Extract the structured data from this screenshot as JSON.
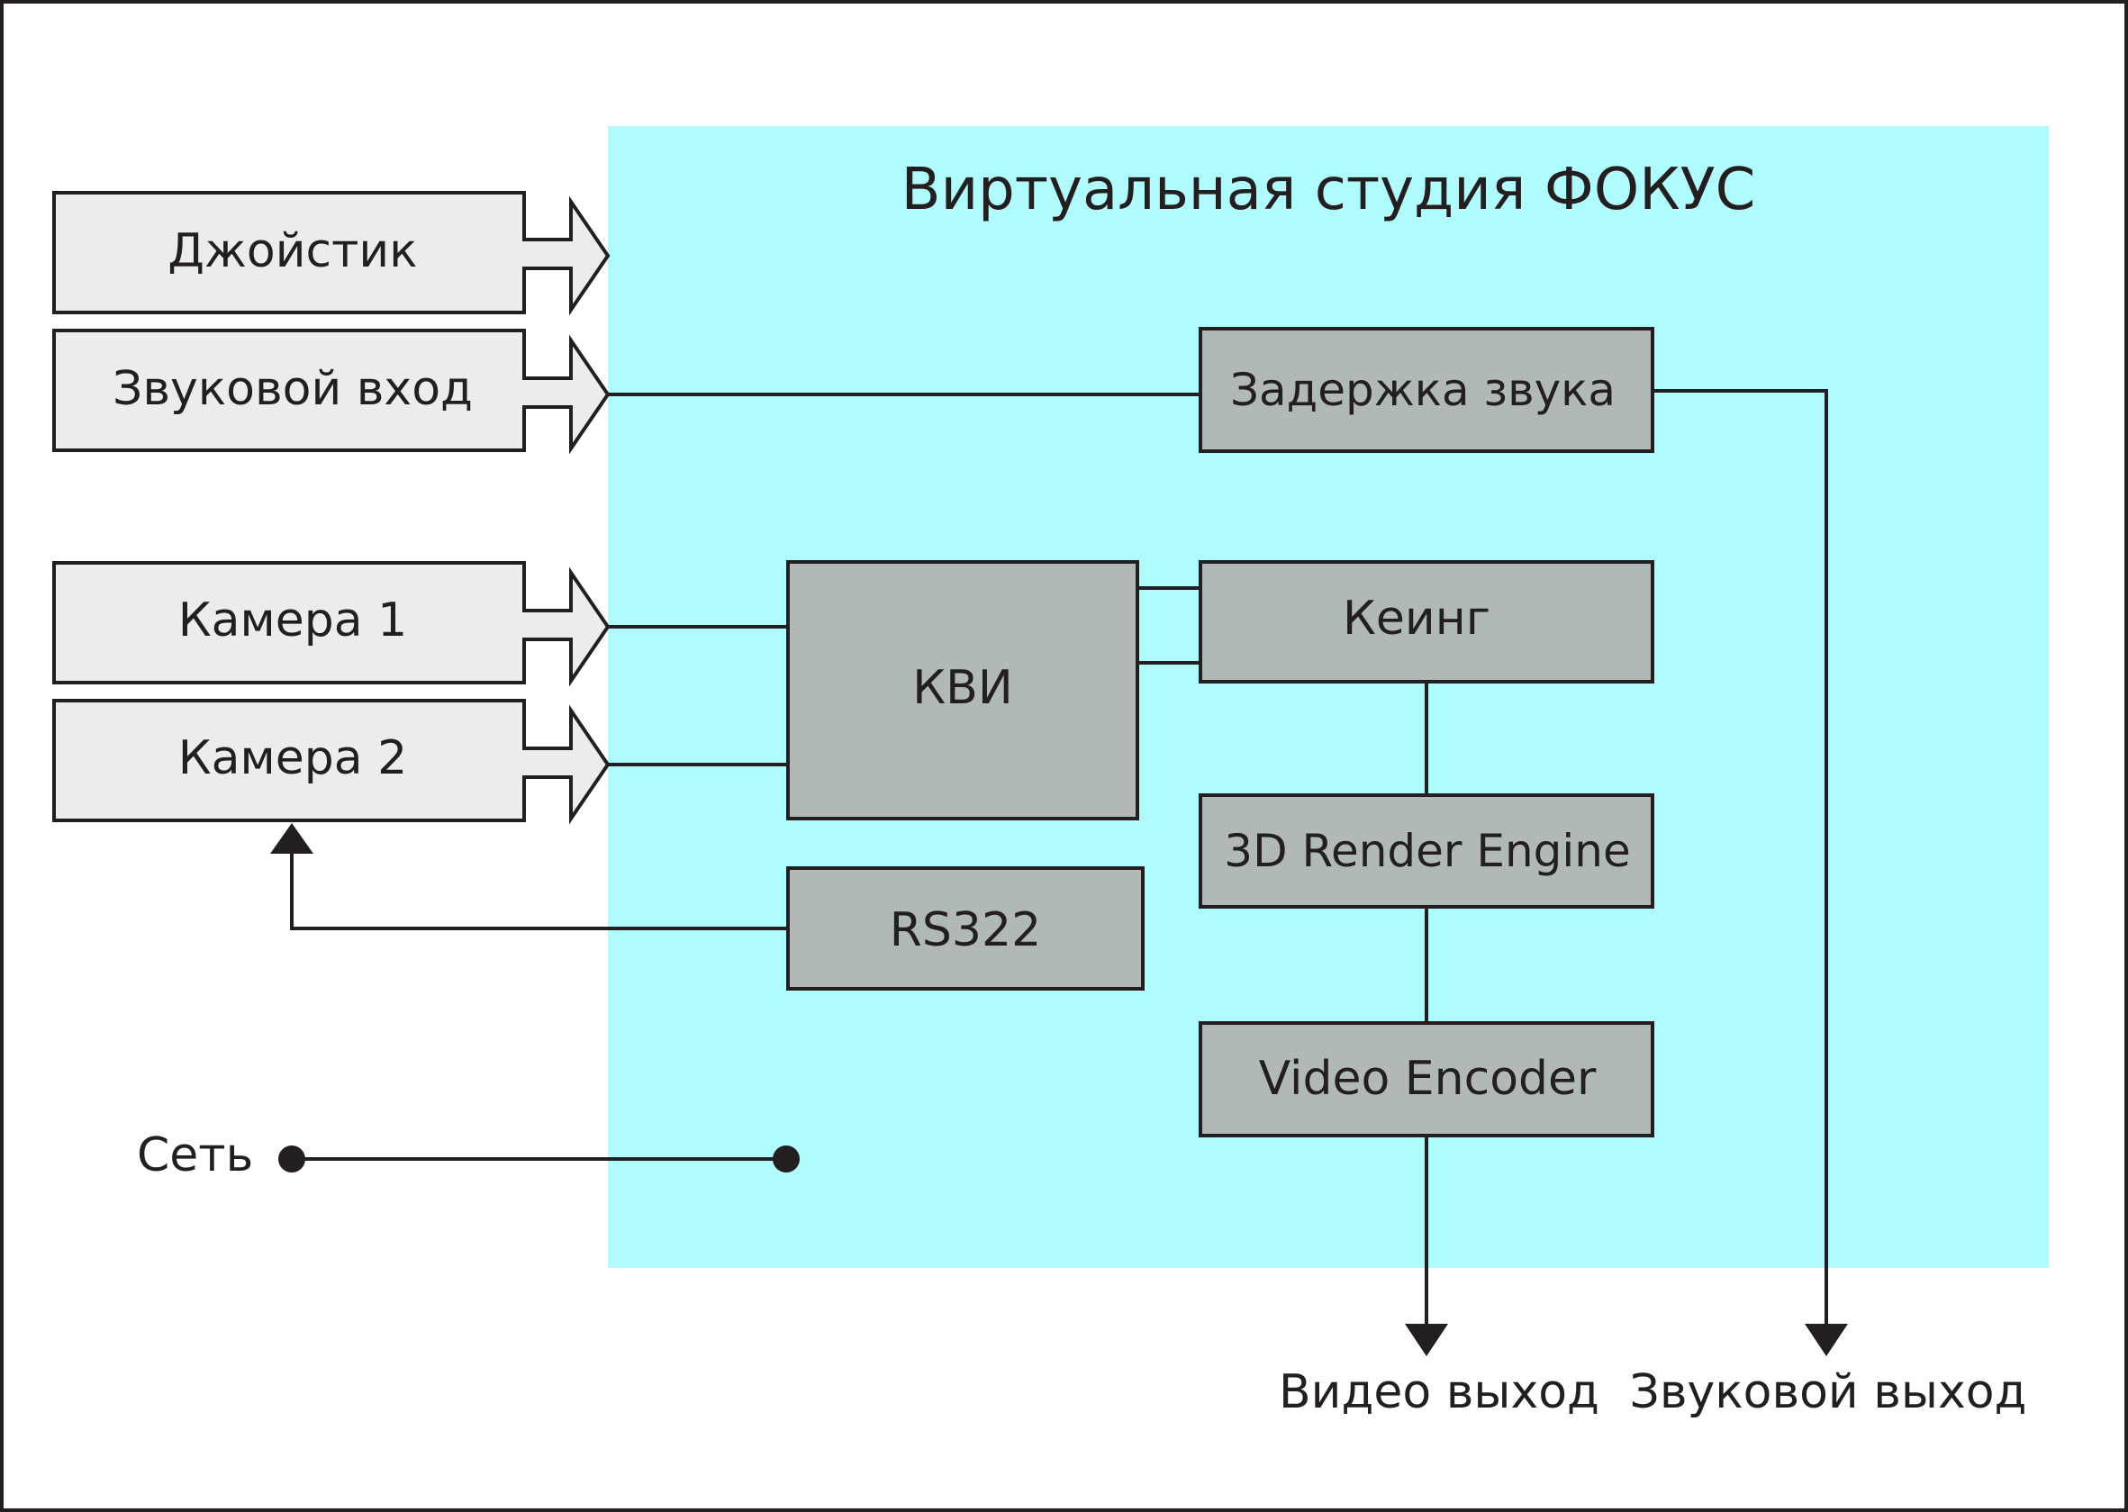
{
  "title": "Виртуальная студия ФОКУС",
  "inputs": {
    "joystick": "Джойстик",
    "audio_in": "Звуковой вход",
    "camera1": "Камера 1",
    "camera2": "Камера 2"
  },
  "blocks": {
    "audio_delay": "Задержка звука",
    "kvi": "КВИ",
    "keying": "Кеинг",
    "render": "3D Render Engine",
    "encoder": "Video Encoder",
    "rs": "RS322"
  },
  "network": "Сеть",
  "outputs": {
    "video": "Видео выход",
    "audio": "Звуковой выход"
  },
  "colors": {
    "studio_bg": "#b0fbfd",
    "input_fill": "#ececec",
    "block_fill": "#b0b9b8",
    "stroke": "#231f20"
  }
}
